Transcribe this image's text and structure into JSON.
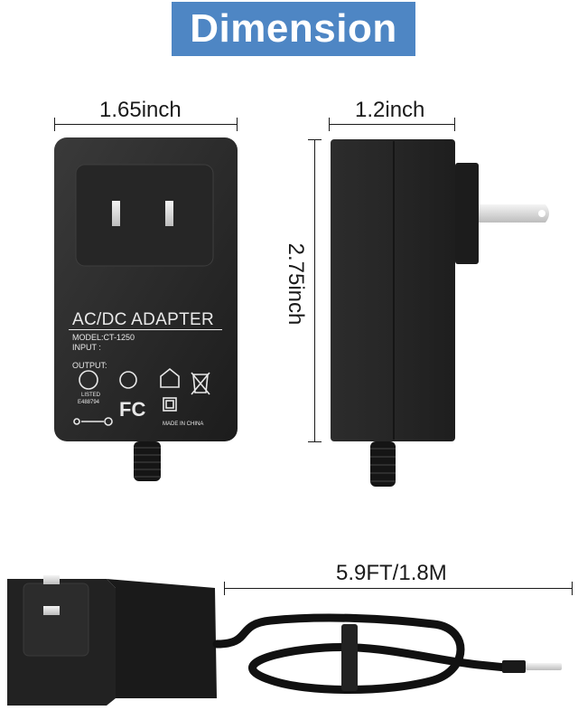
{
  "title": "Dimension",
  "dimensions": {
    "width": "1.65inch",
    "depth": "1.2inch",
    "height": "2.75inch",
    "cable_length": "5.9FT/1.8M"
  },
  "adapter_label": {
    "heading": "AC/DC ADAPTER",
    "model": "MODEL:CT-1250",
    "input": "INPUT :",
    "output": "OUTPUT:",
    "ul_listed": "LISTED",
    "ul_number": "E488794",
    "made_in": "MADE IN CHINA"
  },
  "colors": {
    "banner": "#4e86c4",
    "adapter_body": "#2a2a2a",
    "label_text": "#e9e9e9"
  }
}
